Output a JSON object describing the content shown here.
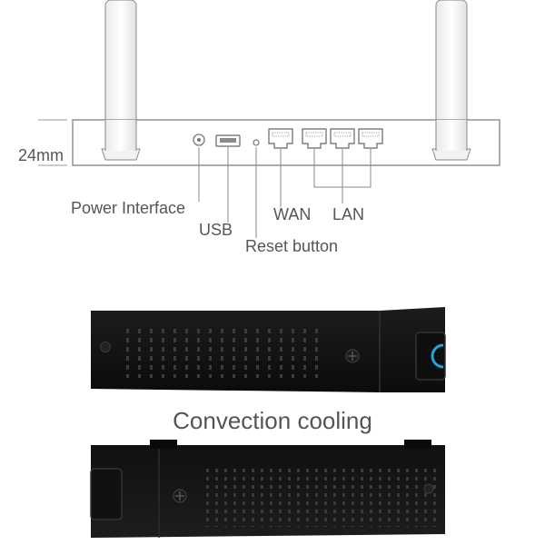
{
  "labels": {
    "dimension": "24mm",
    "power_interface": "Power Interface",
    "usb": "USB",
    "reset_button": "Reset button",
    "wan": "WAN",
    "lan": "LAN",
    "cooling_caption": "Convection cooling"
  },
  "colors": {
    "label_text": "#555555",
    "router_outline": "#8a8a8a",
    "case_black": "#151515",
    "indicator_blue": "#1ea6e0"
  },
  "icons": [
    "power-jack-icon",
    "usb-port-icon",
    "reset-hole-icon",
    "rj45-port-icon",
    "screw-icon"
  ]
}
